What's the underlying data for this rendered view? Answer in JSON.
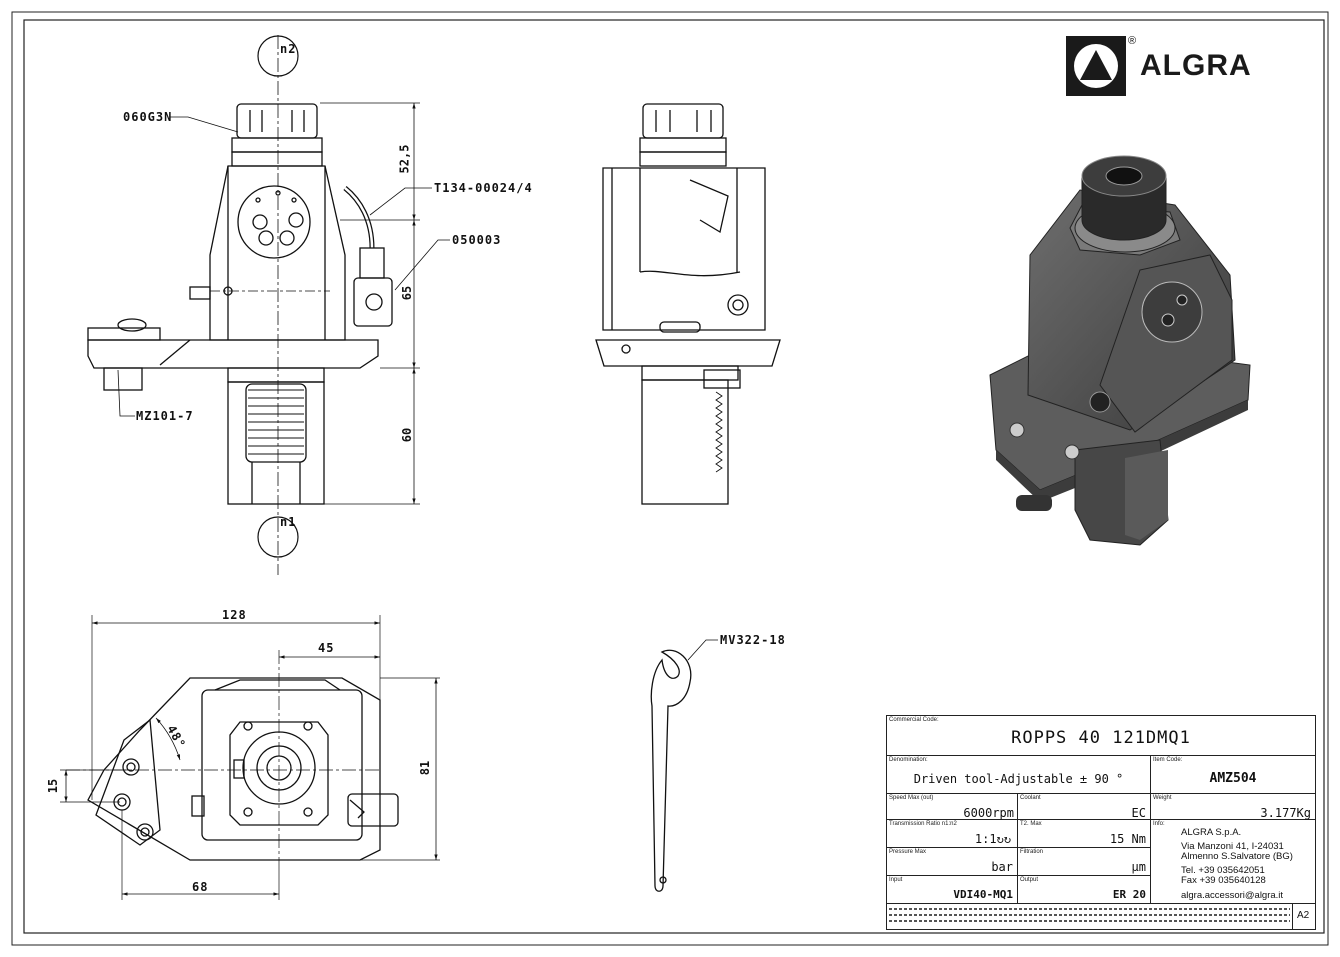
{
  "brand": {
    "name": "ALGRA",
    "registered": "®"
  },
  "labels": {
    "n2": "n2",
    "n1": "n1",
    "collet": "060G3N",
    "tube": "T134-00024/4",
    "fitting": "050003",
    "screw": "MZ101-7",
    "wrench": "MV322-18"
  },
  "dimensions": {
    "d52_5": "52,5",
    "d65": "65",
    "d60": "60",
    "d128": "128",
    "d45": "45",
    "d48": "48°",
    "d15": "15",
    "d81": "81",
    "d68": "68"
  },
  "title_block": {
    "commercial_code": {
      "caption": "Commercial Code:",
      "value": "ROPPS 40 121DMQ1"
    },
    "denomination": {
      "caption": "Denomination:",
      "value": "Driven tool-Adjustable ± 90 °"
    },
    "item_code": {
      "caption": "Item Code:",
      "value": "AMZ504"
    },
    "speed_max": {
      "caption": "Speed Max (out)",
      "value": "6000",
      "unit": "rpm"
    },
    "coolant": {
      "caption": "Coolant",
      "value": "EC"
    },
    "weight": {
      "caption": "Weight",
      "value": "3.177Kg"
    },
    "transmission": {
      "caption": "Transmission Ratio n1:n2",
      "value": "1:1↻↻"
    },
    "t_max": {
      "caption": "T2. Max",
      "value": "15",
      "unit": "Nm"
    },
    "info": {
      "caption": "Info:",
      "company": "ALGRA S.p.A.",
      "address1": "Via Manzoni 41, I-24031",
      "address2": "Almenno S.Salvatore (BG)",
      "tel": "Tel. +39 035642051",
      "fax": "Fax +39 035640128",
      "email": "algra.accessori@algra.it"
    },
    "pressure_max": {
      "caption": "Pressure Max",
      "unit": "bar"
    },
    "filtration": {
      "caption": "Filtration",
      "unit": "μm"
    },
    "input": {
      "caption": "Input",
      "value": "VDI40-MQ1"
    },
    "output": {
      "caption": "Output",
      "value": "ER 20"
    },
    "sheet_size": "A2"
  }
}
